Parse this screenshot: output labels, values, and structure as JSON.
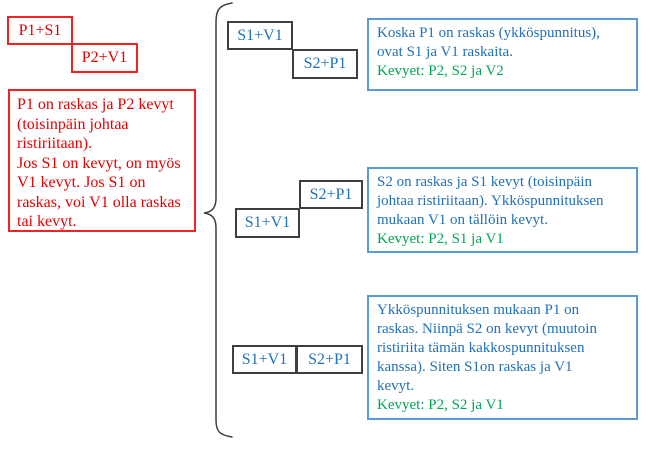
{
  "palette": {
    "red": "#e60000",
    "blue_text": "#2171b8",
    "blue_border": "#5b9bd5",
    "green": "#00a651",
    "dark_border": "#3f3f3f"
  },
  "first_weighing": {
    "left_pan": "P1+S1",
    "right_pan": "P2+V1",
    "conclusion": "P1 on raskas ja P2 kevyt\n(toisinpäin johtaa\nristiriitaan).\nJos S1 on kevyt, on myös\nV1 kevyt. Jos S1 on\nraskas, voi V1 olla raskas\ntai kevyt."
  },
  "second_weighing_cases": [
    {
      "left_pan": "S1+V1",
      "right_pan": "S2+P1",
      "tilt": "left-up",
      "explanation": "Koska P1 on raskas (ykköspunnitus),\novat S1 ja V1 raskaita.",
      "light_ones": "Kevyet: P2, S2 ja V2"
    },
    {
      "left_pan": "S1+V1",
      "right_pan": "S2+P1",
      "tilt": "right-up",
      "explanation": "S2 on raskas ja S1 kevyt (toisinpäin\njohtaa ristiriitaan). Ykköspunnituksen\nmukaan V1 on tällöin kevyt.",
      "light_ones": "Kevyet: P2, S1 ja V1"
    },
    {
      "left_pan": "S1+V1",
      "right_pan": "S2+P1",
      "tilt": "balanced",
      "explanation": "Ykköspunnituksen mukaan P1 on\nraskas. Niinpä S2 on kevyt (muutoin\nristiriita tämän kakkospunnituksen\nkanssa). Siten S1on raskas ja V1\nkevyt.",
      "light_ones": "Kevyet: P2, S2 ja V1"
    }
  ]
}
